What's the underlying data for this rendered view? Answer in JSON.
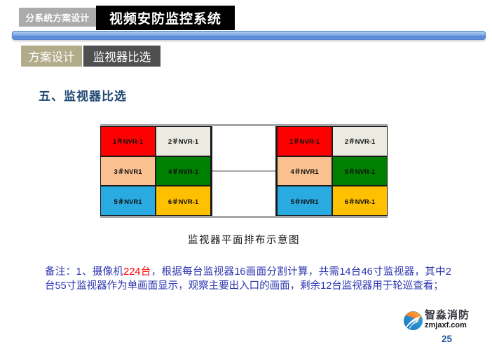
{
  "header": {
    "breadcrumb_section": "分系统方案设计",
    "breadcrumb_system": "视频安防监控系统",
    "tab_design": "方案设计",
    "tab_topic": "监视器比选"
  },
  "title": "五、监视器比选",
  "diagram": {
    "caption": "监视器平面排布示意图",
    "left_cells": [
      {
        "label": "1＃NVR-1",
        "color": "#FE0000"
      },
      {
        "label": "2＃NVR-1",
        "color": "#EBEBE1"
      },
      {
        "label": "3＃NVR1",
        "color": "#FAC090"
      },
      {
        "label": "4＃NVR-1",
        "color": "#008000"
      },
      {
        "label": "5＃NVR1",
        "color": "#29ABE2"
      },
      {
        "label": "6＃NVR-1",
        "color": "#FFC000"
      }
    ],
    "right_cells": [
      {
        "label": "1＃NVR-1",
        "color": "#FE0000"
      },
      {
        "label": "2＃NVR-1",
        "color": "#EBEBE1"
      },
      {
        "label": "4＃NVR1",
        "color": "#FAC090"
      },
      {
        "label": "5＃NVR-1",
        "color": "#008000"
      },
      {
        "label": "5＃NVR1",
        "color": "#29ABE2"
      },
      {
        "label": "6＃NVR-1",
        "color": "#FFC000"
      }
    ]
  },
  "note": {
    "prefix": "备注：1、摄像机",
    "highlight": "224台",
    "suffix": "，根据每台监视器16画面分割计算，共需14台46寸监视器，其中2台55寸监视器作为单画面显示，观察主要出入口的画面，剩余12台监视器用于轮巡查看；",
    "text_color": "#2B35AF",
    "highlight_color": "#FF0000"
  },
  "footer": {
    "logo_name": "智淼消防",
    "logo_url": "zmjaxf.com",
    "page_number": "25"
  },
  "colors": {
    "title_navy": "#1F4873",
    "accent_bar_blue": "#5584D2",
    "page_number_blue": "#1F5597"
  }
}
